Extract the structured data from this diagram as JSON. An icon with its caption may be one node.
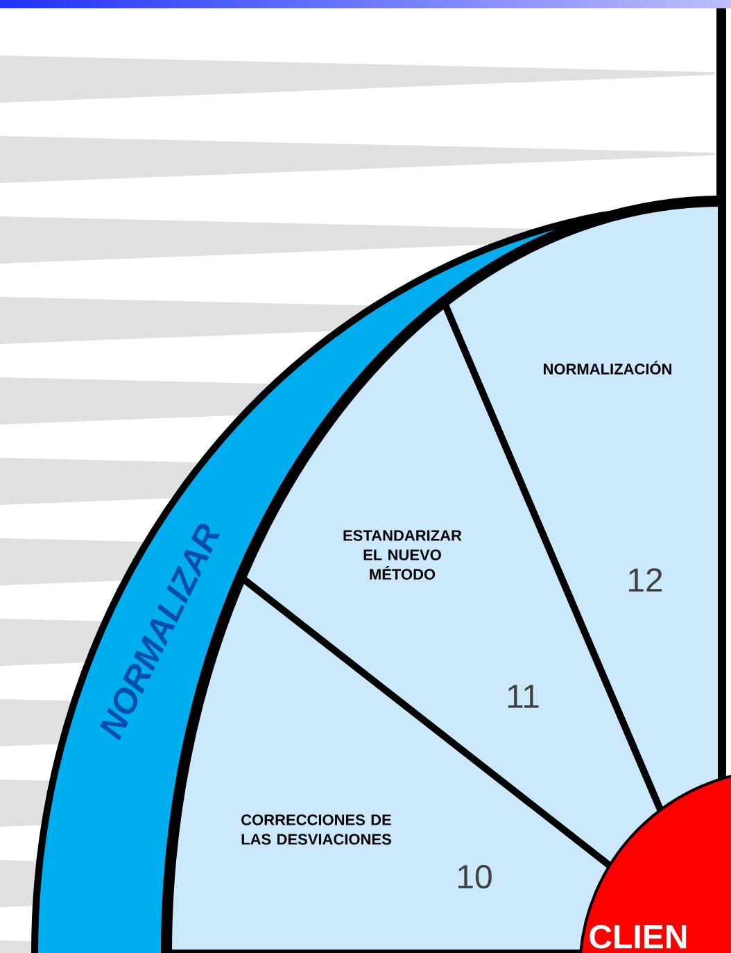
{
  "diagram": {
    "nodes": [
      {
        "text": [
          "NORMALIZAR"
        ]
      },
      {
        "text": [
          "NORMALIZACIÓN",
          "12"
        ]
      },
      {
        "text": [
          "ESTANDARIZAR EL NUEVO MÉTODO",
          "11"
        ]
      },
      {
        "text": [
          "CORRECCIONES DE LAS DESVIACIONES",
          "10"
        ]
      },
      {
        "text": [
          "CLIEN"
        ]
      }
    ]
  }
}
